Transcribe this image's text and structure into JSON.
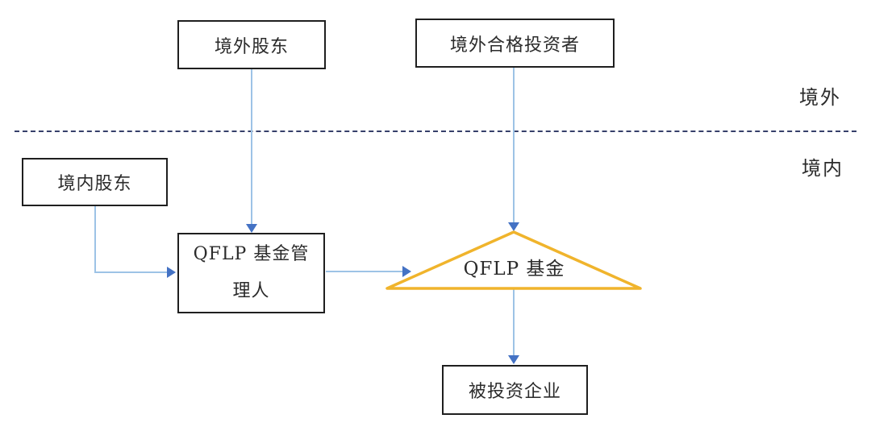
{
  "diagram": {
    "title_hint": "QFLP structure diagram",
    "regions": {
      "overseas": "境外",
      "domestic": "境内"
    },
    "nodes": {
      "overseas_shareholder": "境外股东",
      "overseas_qualified_investor": "境外合格投资者",
      "domestic_shareholder": "境内股东",
      "qflp_manager": {
        "line1": "QFLP 基金管",
        "line2": "理人"
      },
      "qflp_fund": "QFLP 基金",
      "investee_company": "被投资企业"
    }
  },
  "colors": {
    "box_border": "#1f1f1f",
    "connector": "#9DC3E6",
    "arrowhead": "#4472C4",
    "boundary": "#36406A",
    "triangle": "#F0B42C",
    "text": "#2b2b2b"
  }
}
